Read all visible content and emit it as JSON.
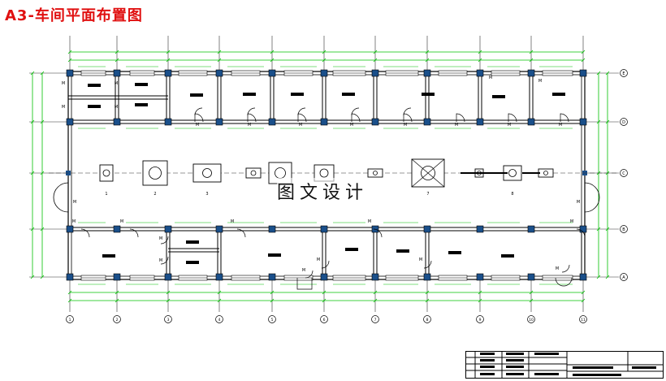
{
  "title": "A3-车间平面布置图",
  "watermark": "图文设计",
  "colors": {
    "title": "#e01010",
    "dimension": "#00c000",
    "wall": "#000000",
    "column": "#1a4f8a",
    "grid": "#303030"
  },
  "axis_rows": [
    "E",
    "D",
    "C",
    "B",
    "A"
  ],
  "axis_cols": [
    "1",
    "2",
    "3",
    "4",
    "5",
    "6",
    "7",
    "8",
    "9",
    "10",
    "11"
  ],
  "door_label": "M",
  "machines": [
    {
      "label": "1"
    },
    {
      "label": "2"
    },
    {
      "label": "3"
    },
    {
      "label": ""
    },
    {
      "label": ""
    },
    {
      "label": ""
    },
    {
      "label": ""
    },
    {
      "label": "7"
    },
    {
      "label": ""
    },
    {
      "label": "8"
    }
  ]
}
